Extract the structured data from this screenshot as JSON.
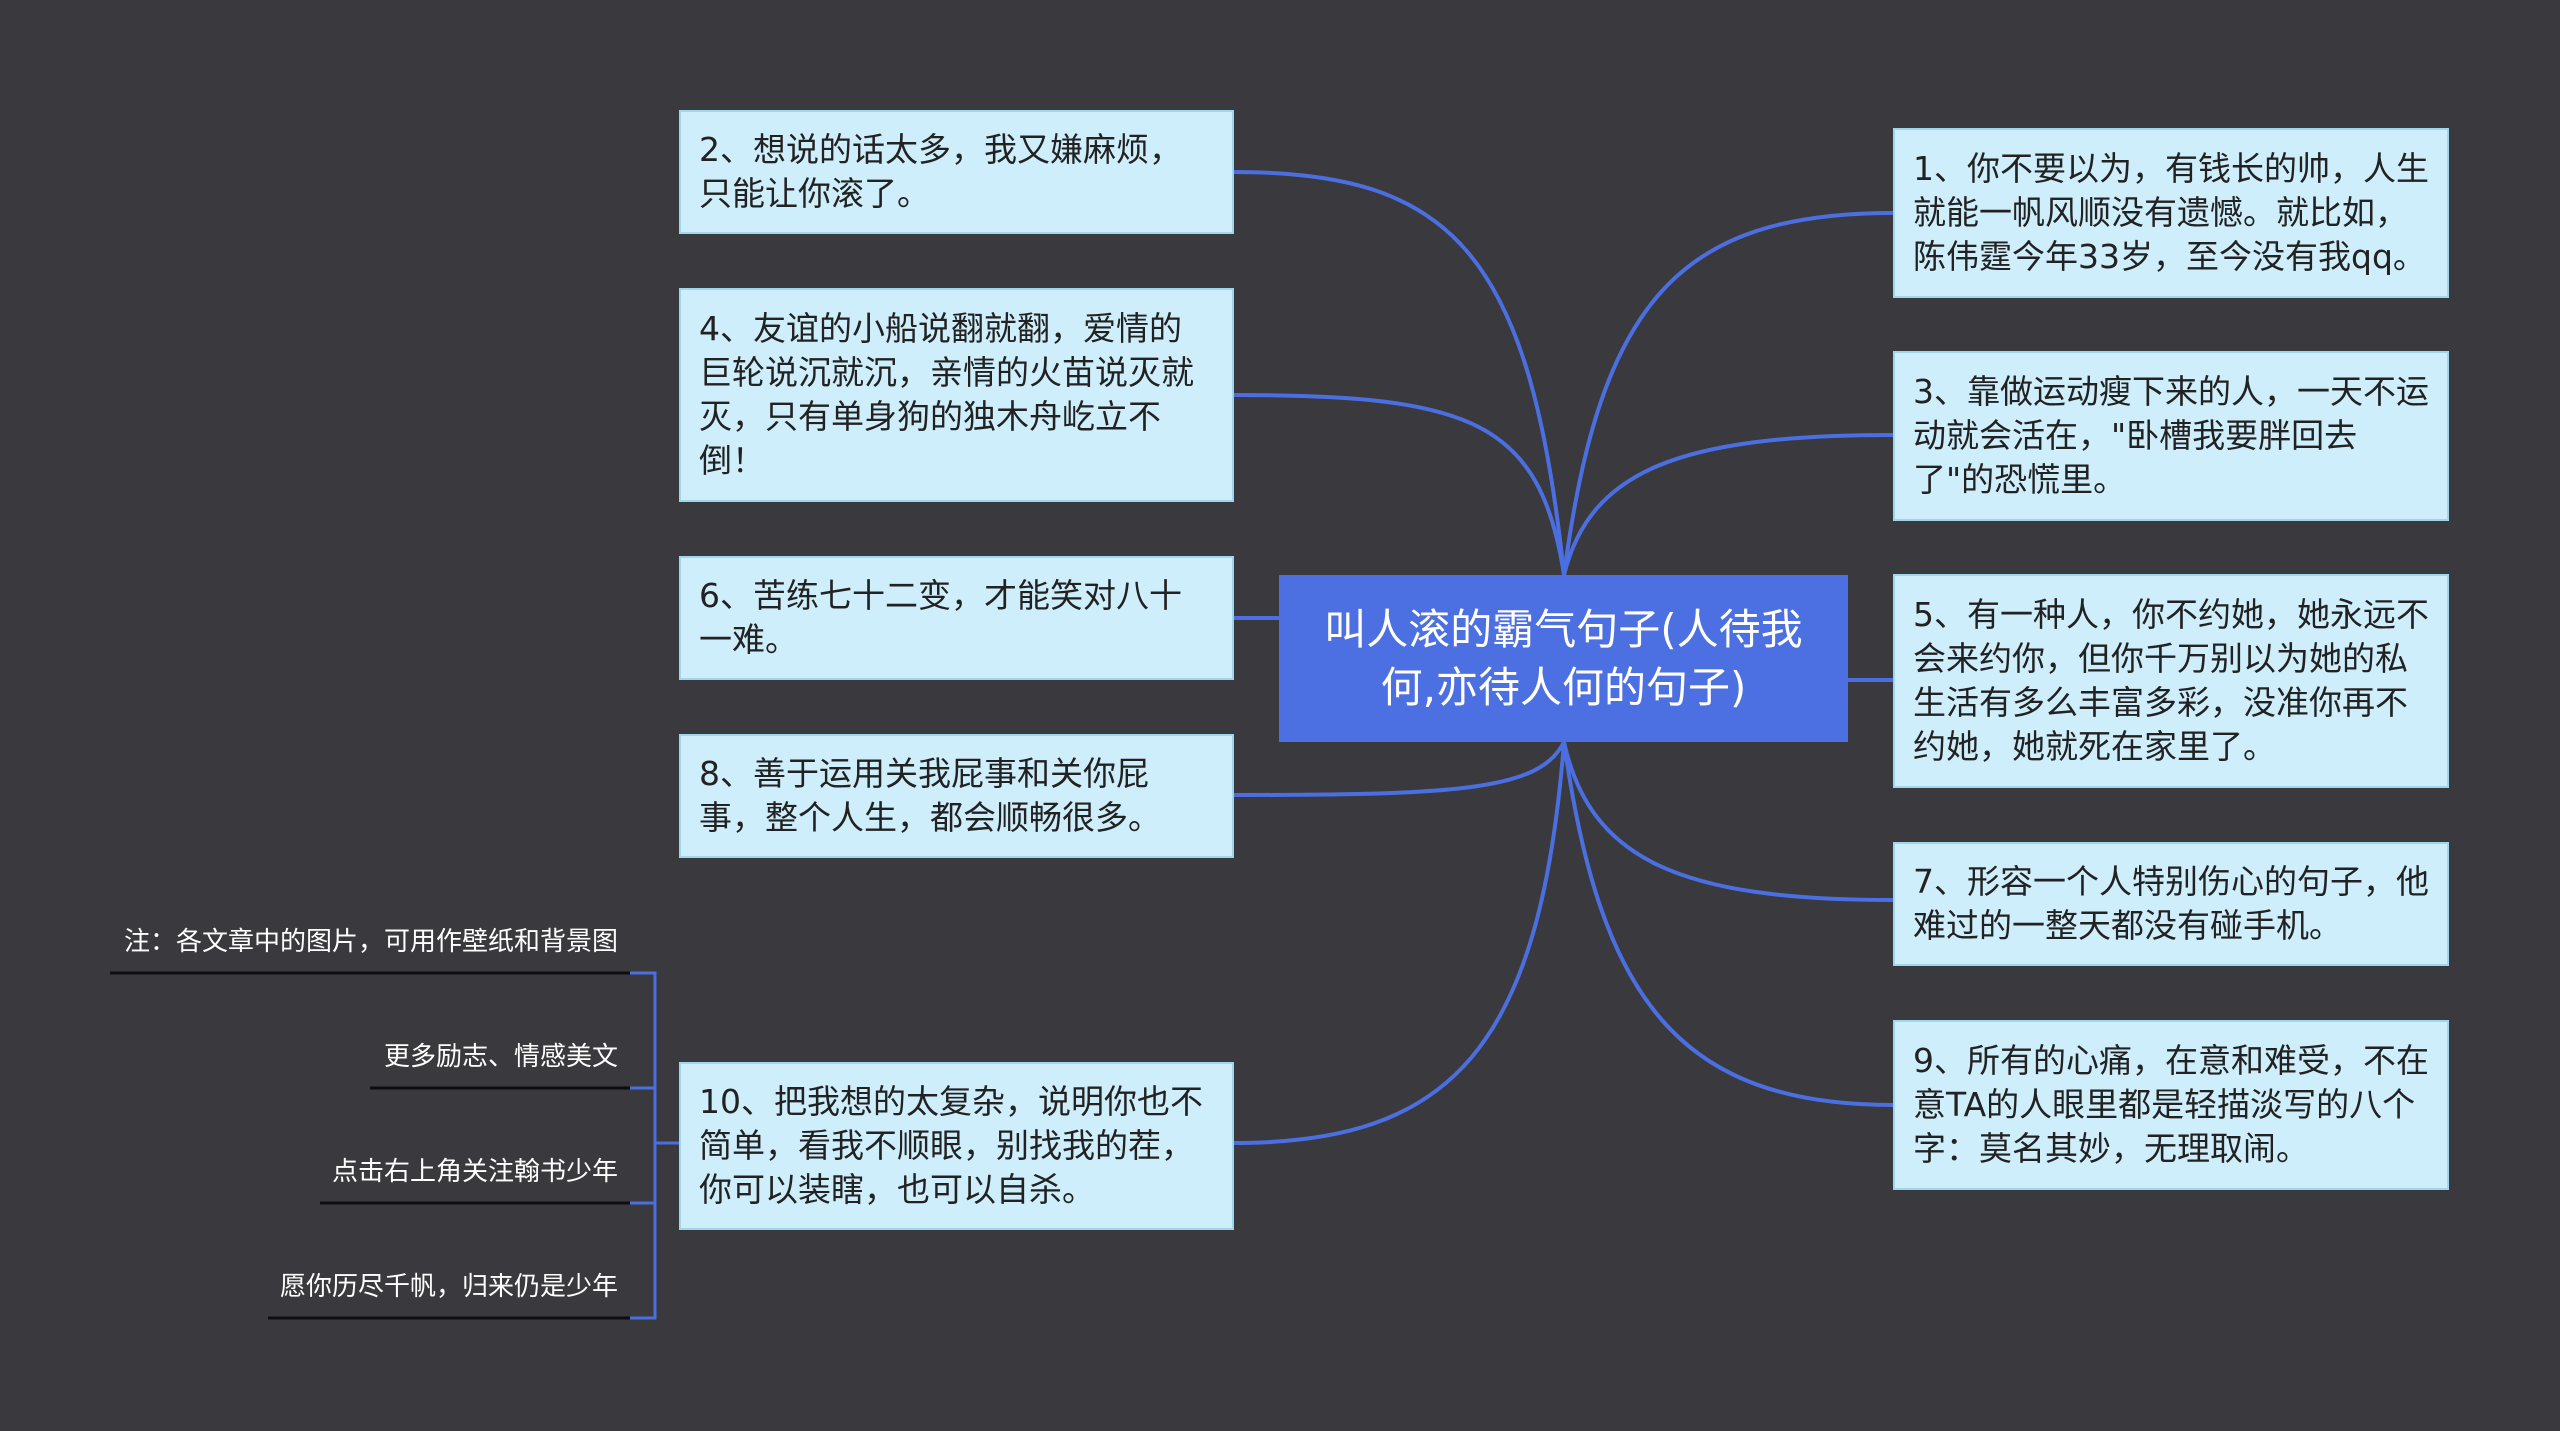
{
  "mindmap": {
    "central": "叫人滚的霸气句子(人待我何,亦待人何的句子)",
    "left_topics": [
      "2、想说的话太多，我又嫌麻烦，只能让你滚了。",
      "4、友谊的小船说翻就翻，爱情的巨轮说沉就沉，亲情的火苗说灭就灭，只有单身狗的独木舟屹立不倒！",
      "6、苦练七十二变，才能笑对八十一难。",
      "8、善于运用关我屁事和关你屁事，整个人生，都会顺畅很多。",
      "10、把我想的太复杂，说明你也不简单，看我不顺眼，别找我的茬，你可以装瞎，也可以自杀。"
    ],
    "right_topics": [
      "1、你不要以为，有钱长的帅，人生就能一帆风顺没有遗憾。就比如，陈伟霆今年33岁，至今没有我qq。",
      "3、靠做运动瘦下来的人，一天不运动就会活在，\"卧槽我要胖回去了\"的恐慌里。",
      "5、有一种人，你不约她，她永远不会来约你，但你千万别以为她的私生活有多么丰富多彩，没准你再不约她，她就死在家里了。",
      "7、形容一个人特别伤心的句子，他难过的一整天都没有碰手机。",
      "9、所有的心痛，在意和难受，不在意TA的人眼里都是轻描淡写的八个字：莫名其妙，无理取闹。"
    ],
    "notes": [
      "注：各文章中的图片，可用作壁纸和背景图",
      "更多励志、情感美文",
      "点击右上角关注翰书少年",
      "愿你历尽千帆，归来仍是少年"
    ],
    "colors": {
      "background": "#3a393d",
      "central_fill": "#4c6fe2",
      "topic_fill": "#cfeefb",
      "connector": "#4b6fe0"
    }
  }
}
